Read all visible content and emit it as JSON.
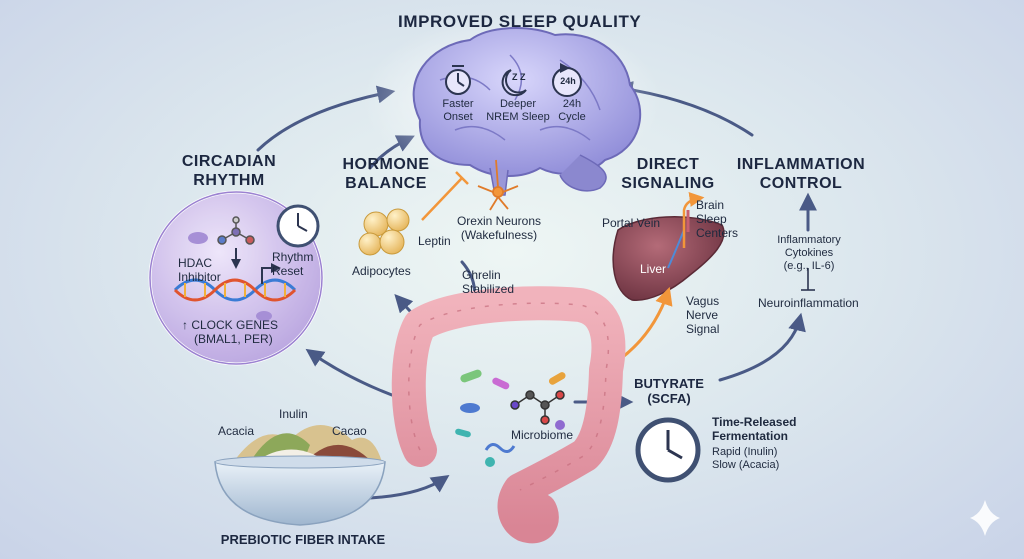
{
  "title": "IMPROVED SLEEP QUALITY",
  "brain": {
    "faster_line1": "Faster",
    "faster_line2": "Onset",
    "deeper_line1": "Deeper",
    "deeper_line2": "NREM Sleep",
    "cycle_line1": "24h",
    "cycle_line2": "Cycle",
    "clock_badge": "24h",
    "zz": "Z Z"
  },
  "pathways": {
    "circadian_line1": "CIRCADIAN",
    "circadian_line2": "RHYTHM",
    "hormone_line1": "HORMONE",
    "hormone_line2": "BALANCE",
    "direct_line1": "DIRECT",
    "direct_line2": "SIGNALING",
    "inflammation_line1": "INFLAMMATION",
    "inflammation_line2": "CONTROL"
  },
  "circadian_cell": {
    "hdac_line1": "HDAC",
    "hdac_line2": "Inhibitor",
    "reset_line1": "Rhythm",
    "reset_line2": "Reset",
    "genes_line1": "CLOCK GENES",
    "genes_line2": "(BMAL1, PER)",
    "up_arrow": "↑"
  },
  "hormone": {
    "orexin_line1": "Orexin Neurons",
    "orexin_line2": "(Wakefulness)",
    "leptin": "Leptin",
    "adipocytes": "Adipocytes",
    "ghrelin_line1": "Ghrelin",
    "ghrelin_line2": "Stabilized"
  },
  "signaling": {
    "portal_vein": "Portal Vein",
    "brain_centers_line1": "Brain",
    "brain_centers_line2": "Sleep",
    "brain_centers_line3": "Centers",
    "liver": "Liver",
    "vagus_line1": "Vagus",
    "vagus_line2": "Nerve",
    "vagus_line3": "Signal"
  },
  "inflammation": {
    "cytokines_line1": "Inflammatory",
    "cytokines_line2": "Cytokines",
    "cytokines_line3": "(e.g., IL-6)",
    "neuro": "Neuroinflammation"
  },
  "gut": {
    "microbiome": "Microbiome",
    "butyrate_line1": "BUTYRATE",
    "butyrate_line2": "(SCFA)"
  },
  "fermentation": {
    "title_line1": "Time-Released",
    "title_line2": "Fermentation",
    "rapid": "Rapid (Inulin)",
    "slow": "Slow (Acacia)"
  },
  "fiber": {
    "inulin": "Inulin",
    "acacia": "Acacia",
    "cacao": "Cacao",
    "intake": "PREBIOTIC FIBER INTAKE"
  },
  "colors": {
    "cycle_arrow": "#4a5a86",
    "orange_arrow": "#f2963a",
    "brain": "#a8a6e8",
    "cell": "#c9b8ec",
    "colon": "#e59aa6",
    "liver": "#8a4a58",
    "adipocyte": "#f4d48a"
  },
  "icons": [
    "stopwatch-icon",
    "moon-icon",
    "clock-24h-icon",
    "clock-icon",
    "dna-icon",
    "molecule-icon",
    "neuron-icon",
    "sparkle-icon"
  ]
}
